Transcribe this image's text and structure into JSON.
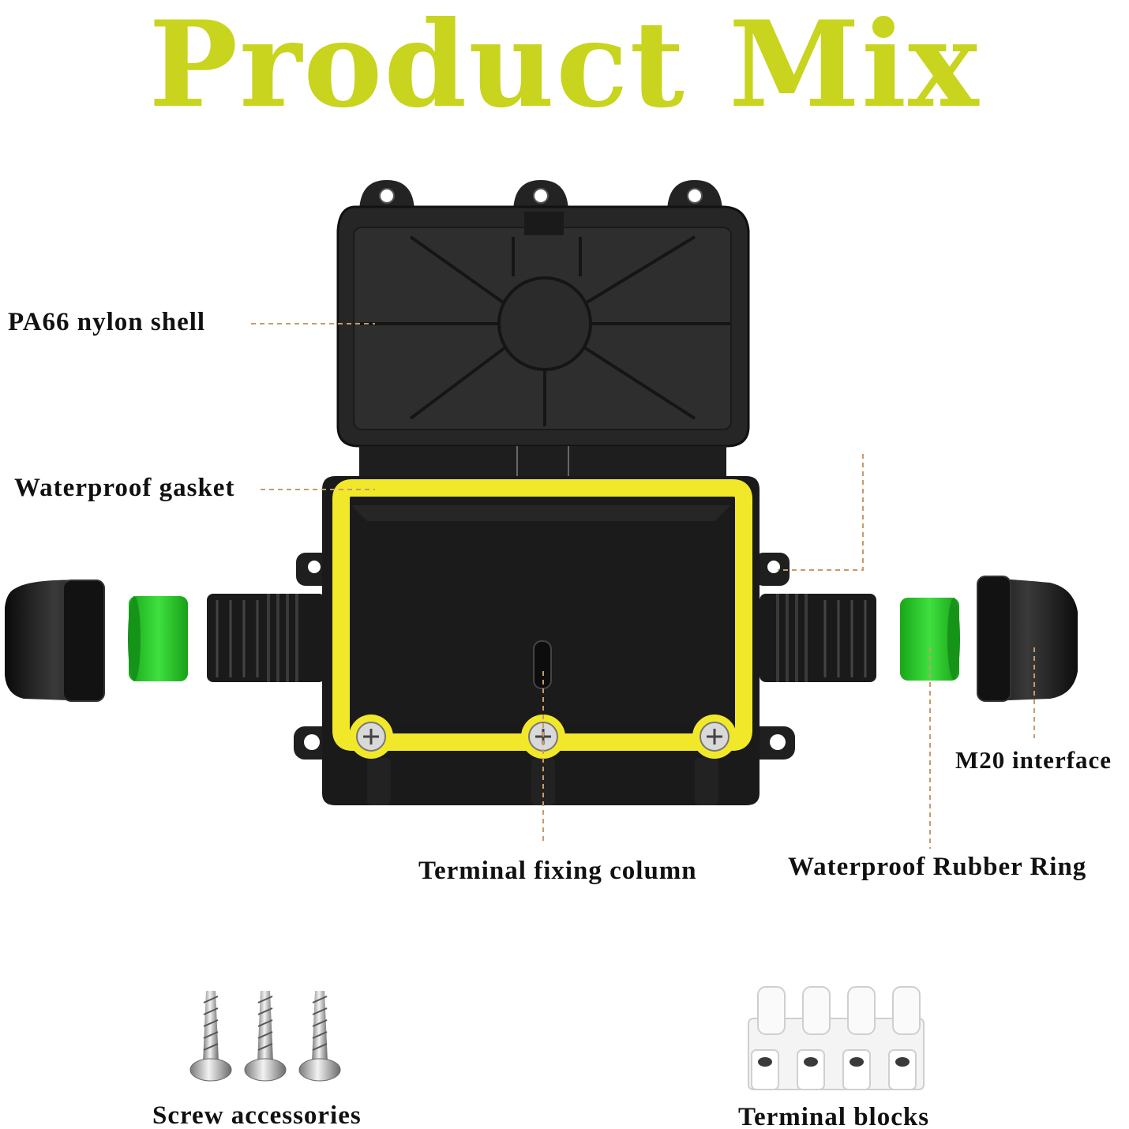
{
  "title": "Product Mix",
  "labels": {
    "shell": "PA66 nylon shell",
    "gasket": "Waterproof gasket",
    "m20": "M20 interface",
    "column": "Terminal fixing column",
    "ring": "Waterproof Rubber Ring",
    "screws": "Screw accessories",
    "blocks": "Terminal blocks"
  },
  "colors": {
    "title": "#c8d41e",
    "gasket": "#f2e82a",
    "ring": "#2ecc2e",
    "body": "#1c1c1c",
    "leader": "#c89a6a"
  }
}
